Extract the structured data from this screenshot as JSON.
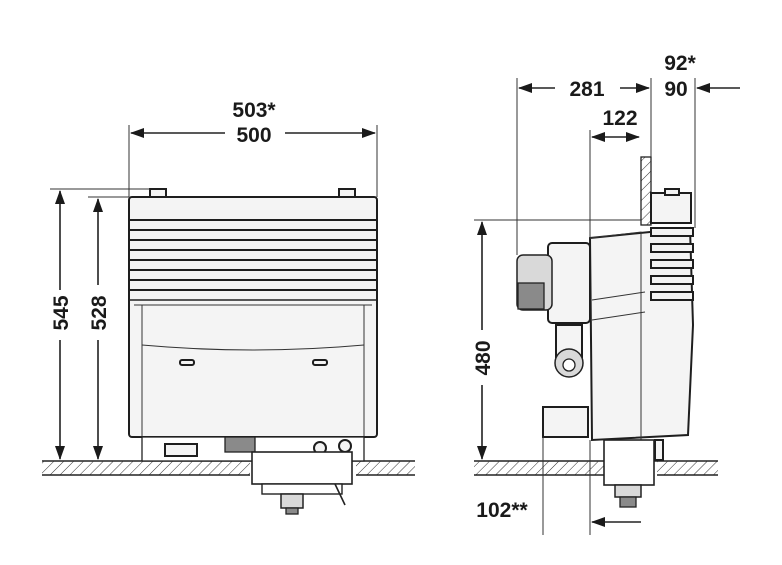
{
  "diagram": {
    "front_view": {
      "width_label_star": "503*",
      "width_label": "500",
      "height_label_outer": "545",
      "height_label_inner": "528"
    },
    "side_view": {
      "depth_label": "281",
      "wall_offset_label": "122",
      "top_label_star": "92*",
      "top_label": "90",
      "height_label": "480",
      "bottom_label": "102**"
    },
    "colors": {
      "line": "#1e1e1e",
      "body_fill": "#f4f4f4",
      "hatch": "#333333"
    }
  }
}
